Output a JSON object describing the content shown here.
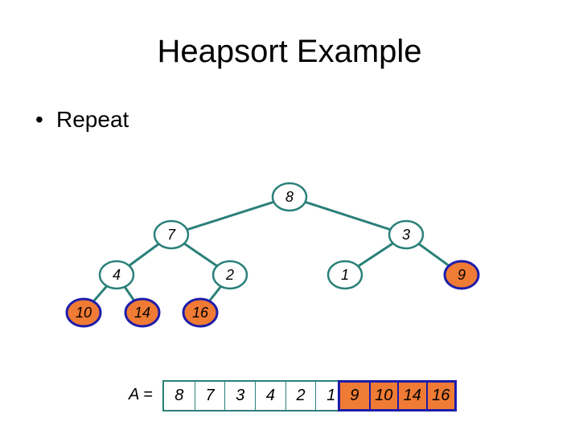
{
  "slide": {
    "title": "Heapsort Example",
    "bullet": "Repeat"
  },
  "colors": {
    "edge": "#2a8079",
    "node_fill": "#ffffff",
    "node_border": "#2a8079",
    "sorted_fill": "#f07b34",
    "sorted_border": "#1c1caa"
  },
  "tree": {
    "nodes": [
      {
        "id": "n1",
        "label": "8",
        "sorted": false
      },
      {
        "id": "n2",
        "label": "7",
        "sorted": false
      },
      {
        "id": "n3",
        "label": "3",
        "sorted": false
      },
      {
        "id": "n4",
        "label": "4",
        "sorted": false
      },
      {
        "id": "n5",
        "label": "2",
        "sorted": false
      },
      {
        "id": "n6",
        "label": "1",
        "sorted": false
      },
      {
        "id": "n7",
        "label": "9",
        "sorted": true
      },
      {
        "id": "n8",
        "label": "10",
        "sorted": true
      },
      {
        "id": "n9",
        "label": "14",
        "sorted": true
      },
      {
        "id": "n10",
        "label": "16",
        "sorted": true
      }
    ],
    "edges": [
      [
        "n1",
        "n2"
      ],
      [
        "n1",
        "n3"
      ],
      [
        "n2",
        "n4"
      ],
      [
        "n2",
        "n5"
      ],
      [
        "n3",
        "n6"
      ],
      [
        "n3",
        "n7"
      ],
      [
        "n4",
        "n8"
      ],
      [
        "n4",
        "n9"
      ],
      [
        "n5",
        "n10"
      ]
    ]
  },
  "array": {
    "label": "A =",
    "unsorted": [
      "8",
      "7",
      "3",
      "4",
      "2",
      "1"
    ],
    "sorted": [
      "9",
      "10",
      "14",
      "16"
    ]
  }
}
